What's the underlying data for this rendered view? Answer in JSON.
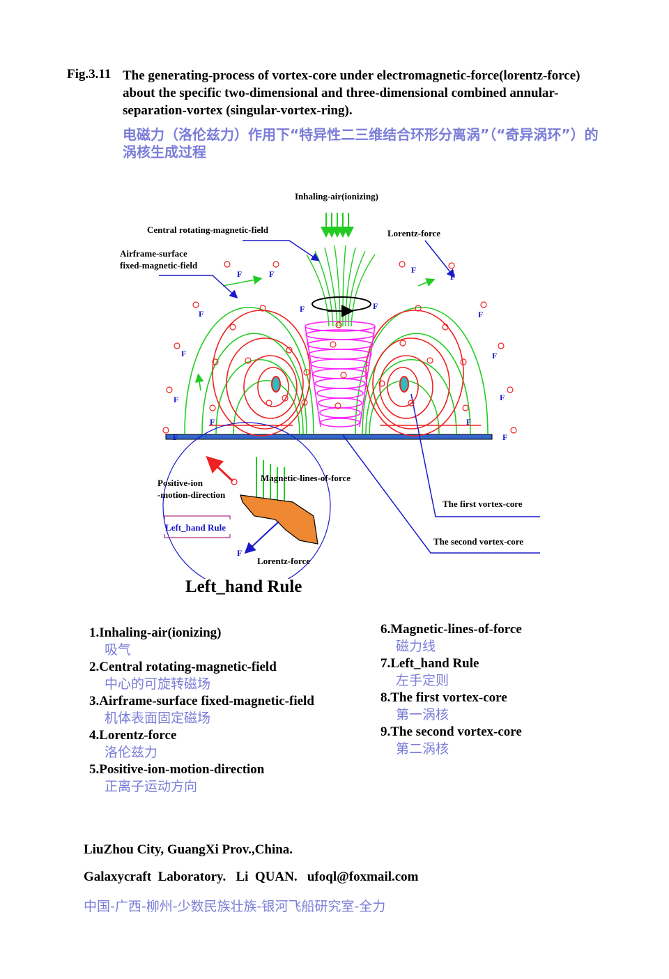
{
  "caption": {
    "number": "Fig.3.11",
    "text": "The generating-process of vortex-core under electromagnetic-force(lorentz-force) about the specific two-dimensional and three-dimensional combined annular-separation-vortex (singular-vortex-ring).",
    "chinese": "电磁力（洛伦兹力）作用下“特异性二三维结合环形分离涡”（“奇异涡环”）的涡核生成过程"
  },
  "diagram_labels": {
    "inhaling": "Inhaling-air(ionizing)",
    "central_field": "Central rotating-magnetic-field",
    "lorentz_top": "Lorentz-force",
    "airframe_1": "Airframe-surface",
    "airframe_2": "fixed-magnetic-field",
    "positive_ion_1": "Positive-ion",
    "positive_ion_2": "-motion-direction",
    "magnetic_lines": "Magnetic-lines-of-force",
    "left_hand_rule_small": "Left_hand Rule",
    "lorentz_bottom": "Lorentz-force",
    "first_core": "The first vortex-core",
    "second_core": "The second vortex-core",
    "force_letter": "F"
  },
  "rule_title": "Left_hand Rule",
  "legend_left": [
    {
      "en": "1.Inhaling-air(ionizing)",
      "cn": "吸气"
    },
    {
      "en": "2.Central rotating-magnetic-field",
      "cn": "中心的可旋转磁场"
    },
    {
      "en": "3.Airframe-surface fixed-magnetic-field",
      "cn": "机体表面固定磁场"
    },
    {
      "en": "4.Lorentz-force",
      "cn": "洛伦兹力"
    },
    {
      "en": "5.Positive-ion-motion-direction",
      "cn": "正离子运动方向"
    }
  ],
  "legend_right": [
    {
      "en": "6.Magnetic-lines-of-force",
      "cn": "磁力线"
    },
    {
      "en": "7.Left_hand Rule",
      "cn": "左手定则"
    },
    {
      "en": "8.The first vortex-core",
      "cn": "第一涡核"
    },
    {
      "en": "9.The second vortex-core",
      "cn": "第二涡核"
    }
  ],
  "footer": {
    "line1": "LiuZhou City, GuangXi Prov.,China.",
    "line2": "Galaxycraft  Laboratory.   Li  QUAN.   ufoql@foxmail.com",
    "line3": "中国-广西-柳州-少数民族壮族-银河飞船研究室-全力"
  },
  "colors": {
    "field_lines": "#22cc22",
    "ion_paths": "#ee2222",
    "central_helix": "#ff22ff",
    "vortex_core": "#33bbbb",
    "leader_lines": "#1a1acc",
    "surface_plate": "#3366cc",
    "hand": "#ee8833",
    "chinese_text": "#7b7ed8"
  }
}
